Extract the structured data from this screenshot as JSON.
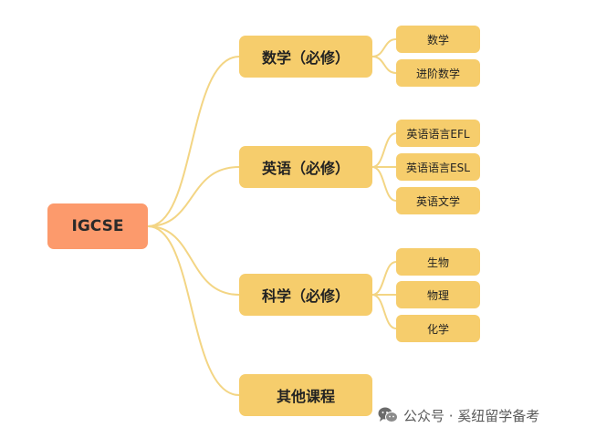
{
  "root": {
    "label": "IGCSE"
  },
  "branches": [
    {
      "label": "数学（必修）",
      "leaves": [
        "数学",
        "进阶数学"
      ]
    },
    {
      "label": "英语（必修）",
      "leaves": [
        "英语语言EFL",
        "英语语言ESL",
        "英语文学"
      ]
    },
    {
      "label": "科学（必修）",
      "leaves": [
        "生物",
        "物理",
        "化学"
      ]
    },
    {
      "label": "其他课程",
      "leaves": []
    }
  ],
  "watermark": {
    "text": "公众号 · 奚纽留学备考",
    "icon": "wechat-icon"
  },
  "colors": {
    "root": "#fc9a6c",
    "node": "#f6cd6c",
    "connector": "#f3d584"
  }
}
